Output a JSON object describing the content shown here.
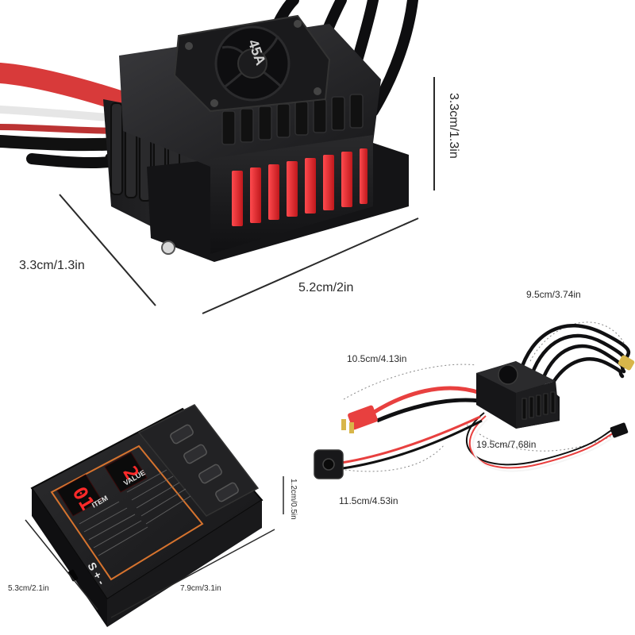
{
  "esc_main": {
    "rating_label": "45A",
    "dim_height": "3.3cm/1.3in",
    "dim_depth": "3.3cm/1.3in",
    "dim_width": "5.2cm/2in"
  },
  "program_card": {
    "digit_item": "01",
    "digit_value": "2",
    "item_label": "ITEM",
    "value_label": "VALUE",
    "pins_label": "S + -",
    "dim_thickness": "1.2cm/0.5in",
    "dim_depth": "5.3cm/2.1in",
    "dim_width": "7.9cm/3.1in"
  },
  "esc_wires": {
    "dim_motor_wires": "9.5cm/3.74in",
    "dim_battery_wire": "10.5cm/4.13in",
    "dim_signal_wire": "19.5cm/7.68in",
    "dim_switch_wire": "11.5cm/4.53in"
  },
  "colors": {
    "housing": "#1c1c1e",
    "accent_red": "#e02a2e",
    "display_red": "#ff2a2a",
    "wire_black": "#111111",
    "wire_red": "#e8403f"
  }
}
